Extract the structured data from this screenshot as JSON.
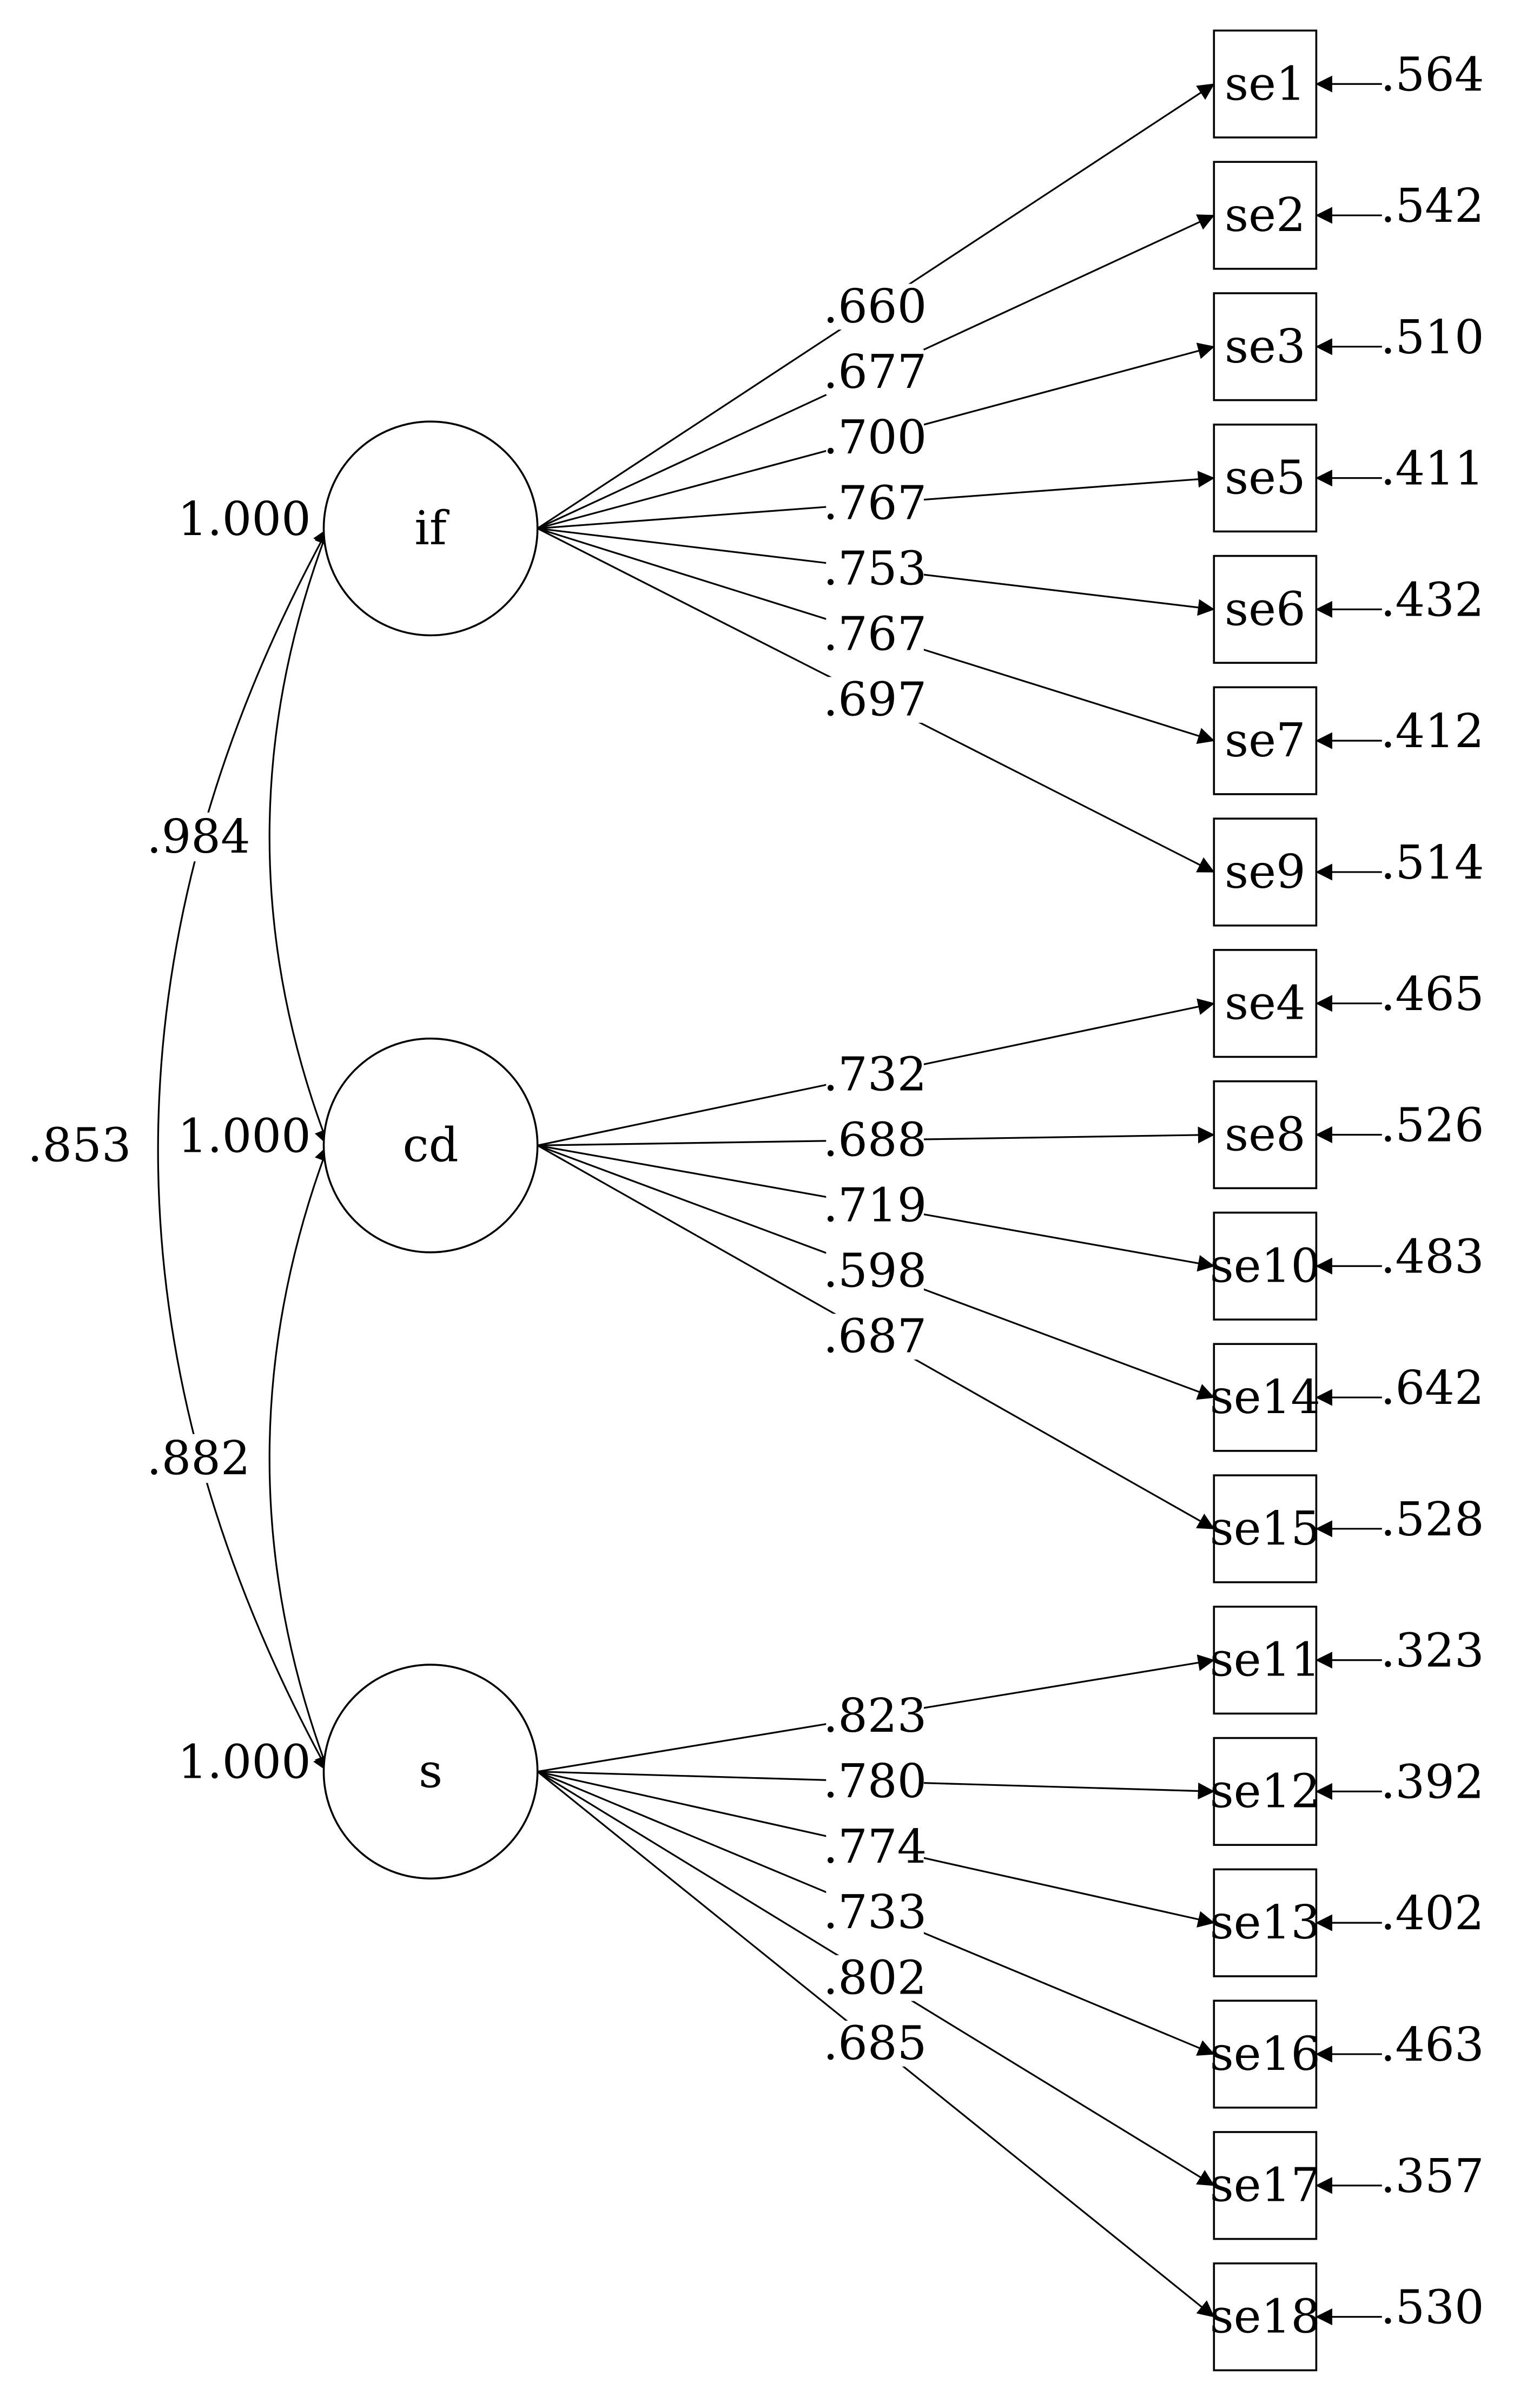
{
  "factors": [
    {
      "id": "if",
      "label": "if",
      "variance": "1.000",
      "indicators": [
        {
          "label": "se1",
          "loading": ".660",
          "error": ".564"
        },
        {
          "label": "se2",
          "loading": ".677",
          "error": ".542"
        },
        {
          "label": "se3",
          "loading": ".700",
          "error": ".510"
        },
        {
          "label": "se5",
          "loading": ".767",
          "error": ".411"
        },
        {
          "label": "se6",
          "loading": ".753",
          "error": ".432"
        },
        {
          "label": "se7",
          "loading": ".767",
          "error": ".412"
        },
        {
          "label": "se9",
          "loading": ".697",
          "error": ".514"
        }
      ]
    },
    {
      "id": "cd",
      "label": "cd",
      "variance": "1.000",
      "indicators": [
        {
          "label": "se4",
          "loading": ".732",
          "error": ".465"
        },
        {
          "label": "se8",
          "loading": ".688",
          "error": ".526"
        },
        {
          "label": "se10",
          "loading": ".719",
          "error": ".483"
        },
        {
          "label": "se14",
          "loading": ".598",
          "error": ".642"
        },
        {
          "label": "se15",
          "loading": ".687",
          "error": ".528"
        }
      ]
    },
    {
      "id": "s",
      "label": "s",
      "variance": "1.000",
      "indicators": [
        {
          "label": "se11",
          "loading": ".823",
          "error": ".323"
        },
        {
          "label": "se12",
          "loading": ".780",
          "error": ".392"
        },
        {
          "label": "se13",
          "loading": ".774",
          "error": ".402"
        },
        {
          "label": "se16",
          "loading": ".733",
          "error": ".463"
        },
        {
          "label": "se17",
          "loading": ".802",
          "error": ".357"
        },
        {
          "label": "se18",
          "loading": ".685",
          "error": ".530"
        }
      ]
    }
  ],
  "correlations": [
    {
      "from": "if",
      "to": "cd",
      "value": ".984"
    },
    {
      "from": "cd",
      "to": "s",
      "value": ".882"
    },
    {
      "from": "if",
      "to": "s",
      "value": ".853"
    }
  ]
}
